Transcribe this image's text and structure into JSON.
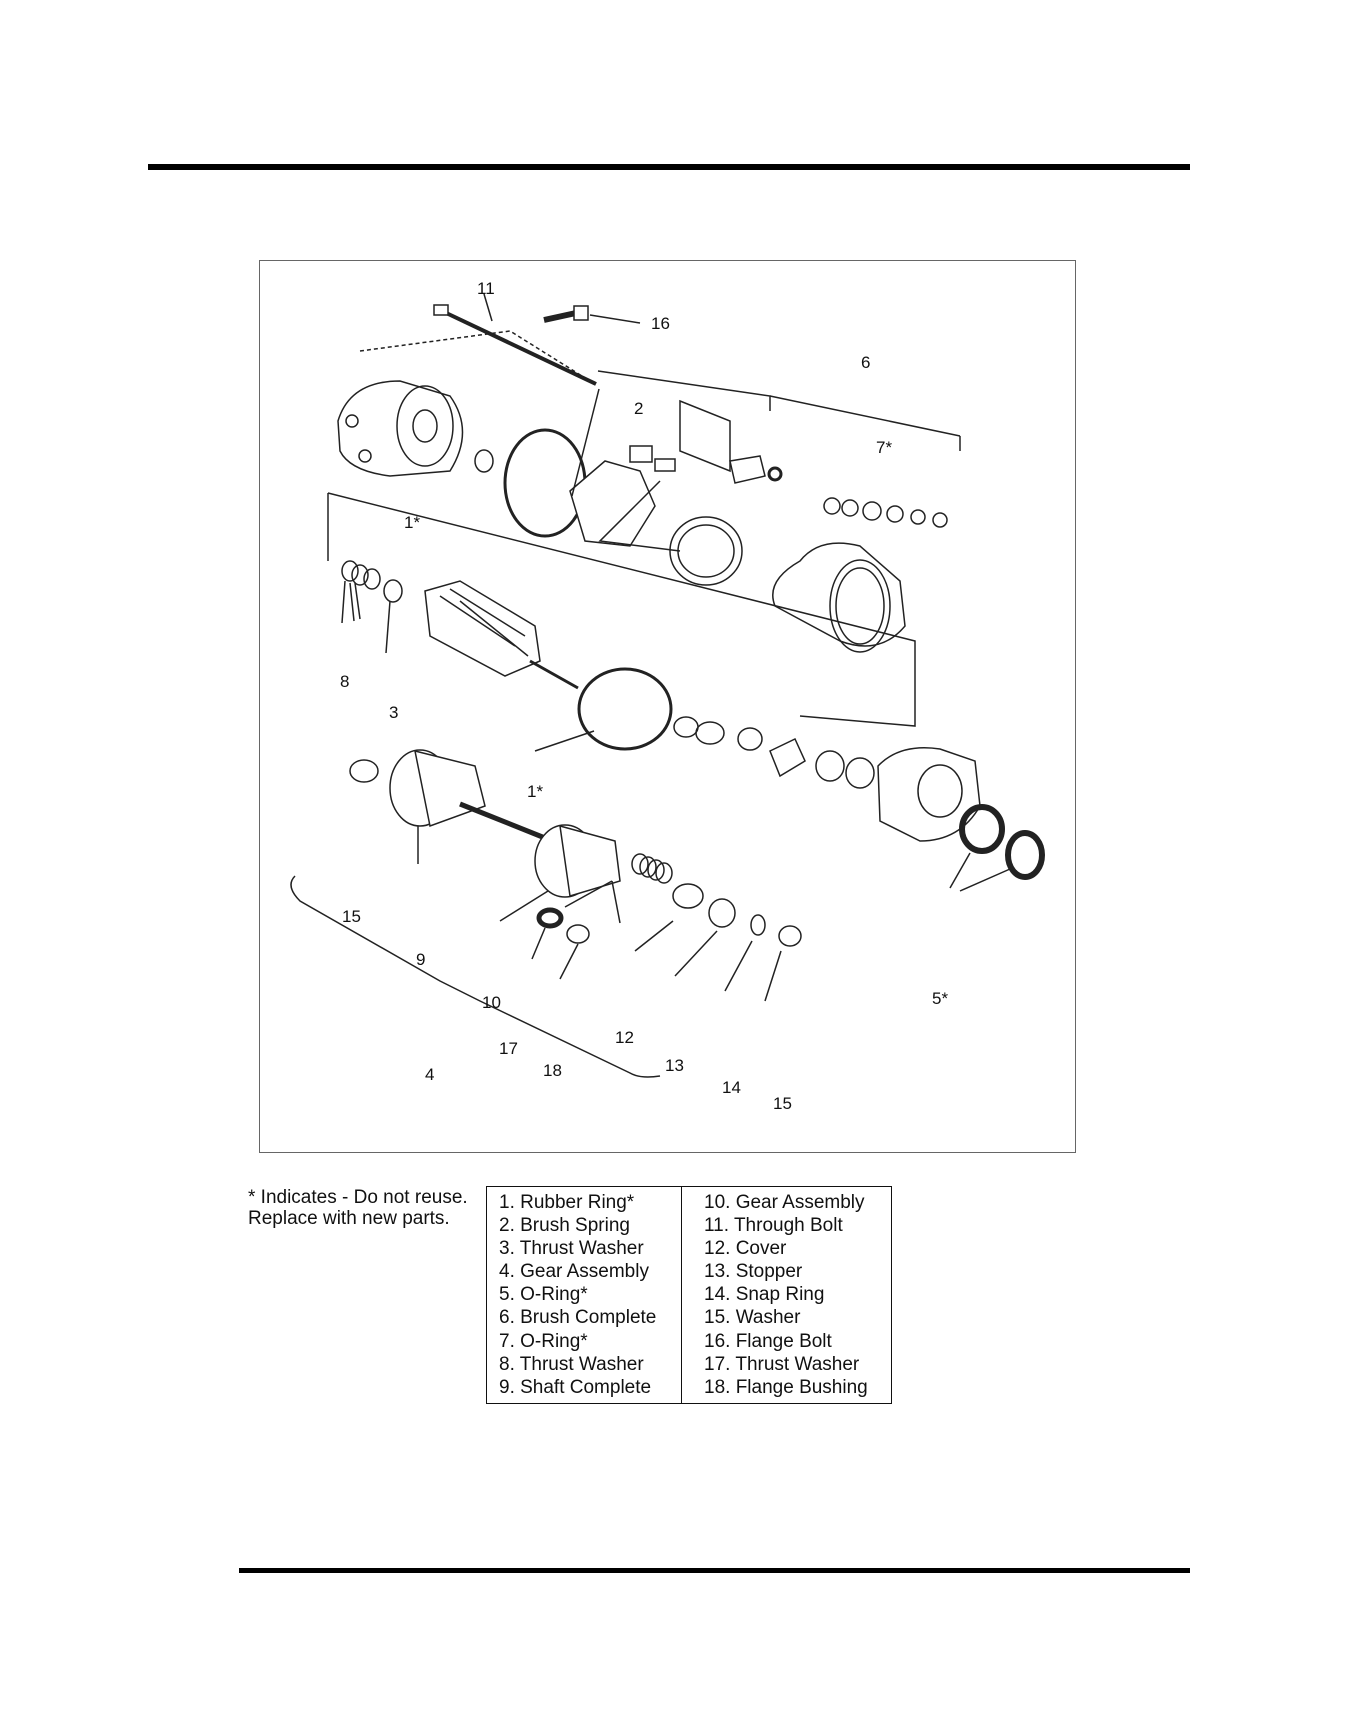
{
  "diagram": {
    "callouts": [
      {
        "id": "c11",
        "text": "11"
      },
      {
        "id": "c16",
        "text": "16"
      },
      {
        "id": "c6",
        "text": "6"
      },
      {
        "id": "c2",
        "text": "2"
      },
      {
        "id": "c7",
        "text": "7*"
      },
      {
        "id": "c1a",
        "text": "1*"
      },
      {
        "id": "c8",
        "text": "8"
      },
      {
        "id": "c3",
        "text": "3"
      },
      {
        "id": "c1b",
        "text": "1*"
      },
      {
        "id": "c15a",
        "text": "15"
      },
      {
        "id": "c9",
        "text": "9"
      },
      {
        "id": "c10",
        "text": "10"
      },
      {
        "id": "c5",
        "text": "5*"
      },
      {
        "id": "c17",
        "text": "17"
      },
      {
        "id": "c12",
        "text": "12"
      },
      {
        "id": "c18",
        "text": "18"
      },
      {
        "id": "c13",
        "text": "13"
      },
      {
        "id": "c14",
        "text": "14"
      },
      {
        "id": "c15b",
        "text": "15"
      },
      {
        "id": "c4",
        "text": "4"
      }
    ]
  },
  "note": {
    "line1": "* Indicates - Do not reuse.",
    "line2": "Replace with new parts."
  },
  "legend": {
    "left": [
      "1. Rubber Ring*",
      "2. Brush Spring",
      "3. Thrust Washer",
      "4. Gear Assembly",
      "5. O-Ring*",
      "6. Brush Complete",
      "7. O-Ring*",
      "8. Thrust Washer",
      "9. Shaft Complete"
    ],
    "right": [
      "10. Gear Assembly",
      "11. Through Bolt",
      "12. Cover",
      "13. Stopper",
      "14. Snap Ring",
      "15. Washer",
      "16. Flange Bolt",
      "17. Thrust Washer",
      "18. Flange Bushing"
    ]
  }
}
